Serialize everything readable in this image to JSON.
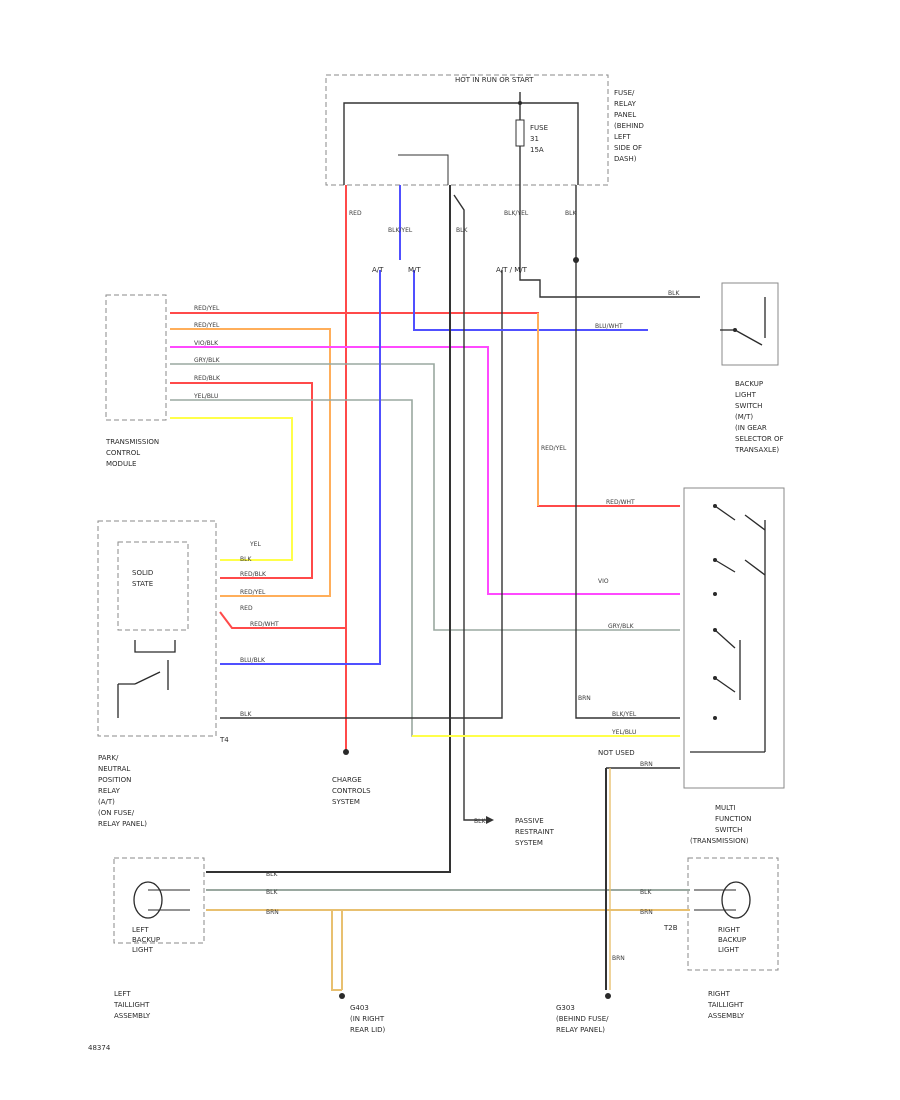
{
  "labels": {
    "hot_in_start": "HOT IN RUN OR START",
    "fuse_relay_panel": [
      "FUSE/",
      "RELAY",
      "PANEL",
      "(BEHIND",
      "LEFT",
      "SIDE OF",
      "DASH)"
    ],
    "fuse": [
      "FUSE",
      "31",
      "15A"
    ],
    "tcm": [
      "TRANSMISSION",
      "CONTROL",
      "MODULE"
    ],
    "solid_state": [
      "SOLID",
      "STATE"
    ],
    "pnp_relay": [
      "PARK/",
      "NEUTRAL",
      "POSITION",
      "RELAY",
      "(A/T)",
      "(ON FUSE/",
      "RELAY PANEL)"
    ],
    "charge_control": [
      "CHARGE",
      "CONTROLS",
      "SYSTEM"
    ],
    "passive_restraint": [
      "PASSIVE",
      "RESTRAINT",
      "SYSTEM"
    ],
    "backup_switch": [
      "BACKUP",
      "LIGHT",
      "SWITCH",
      "(M/T)",
      "(IN GEAR",
      "SELECTOR OF",
      "TRANSAXLE)"
    ],
    "multi_switch": [
      "MULTI",
      "FUNCTION",
      "SWITCH",
      "(TRANSMISSION)"
    ],
    "left_backup": [
      "LEFT",
      "BACKUP",
      "LIGHT"
    ],
    "right_backup": [
      "RIGHT",
      "BACKUP",
      "LIGHT"
    ],
    "left_tail": [
      "LEFT",
      "TAILLIGHT",
      "ASSEMBLY"
    ],
    "right_tail": [
      "RIGHT",
      "TAILLIGHT",
      "ASSEMBLY"
    ],
    "g403": [
      "G403",
      "(IN RIGHT",
      "REAR LID)"
    ],
    "g303": [
      "G303",
      "(BEHIND FUSE/",
      "RELAY PANEL)"
    ],
    "page_id": "48374",
    "at_label": "A/T",
    "mt_label": "M/T",
    "atmt_label": "A/T / M/T",
    "not_used": "NOT USED",
    "t4": "T4",
    "t2b": "T2B"
  },
  "wires": {
    "tcm_1": "RED/YEL",
    "tcm_2": "RED/YEL",
    "tcm_3": "VIO/BLK",
    "tcm_4": "GRY/BLK",
    "tcm_5": "RED/BLK",
    "tcm_6": "YEL/BLU",
    "relay_1": "YEL",
    "relay_2": "BLK",
    "relay_3": "RED/BLK",
    "relay_4": "RED/YEL",
    "relay_5": "RED",
    "relay_6": "RED/WHT",
    "relay_7": "BLU/BLK",
    "relay_8": "BLK",
    "backup_blk": "BLK",
    "backup_blu": "BLU/WHT",
    "multi_1": "RED/WHT",
    "multi_2": "VIO",
    "multi_3": "GRY/BLK",
    "multi_4": "BLK/YEL",
    "multi_5": "YEL/BLU",
    "multi_6": "BRN",
    "tail_1": "BLK",
    "tail_2": "BLK",
    "tail_3": "BRN",
    "rt_1": "BLK",
    "rt_2": "BRN",
    "passive": "BLK",
    "top_1": "RED",
    "top_2": "BLK/YEL",
    "top_3": "BLK",
    "top_4": "BLK/YEL",
    "top_5": "BLK",
    "orange_vert": "RED/YEL",
    "brn_vert": "BRN",
    "brn_g303": "BRN"
  },
  "colors": {
    "red": "#ff4a4a",
    "orange": "#ffae5a",
    "magenta": "#ff4aff",
    "gray": "#9aa8a0",
    "yellow": "#ffff4a",
    "blue": "#5050ff",
    "black": "#333333",
    "brown": "#e8c070"
  }
}
